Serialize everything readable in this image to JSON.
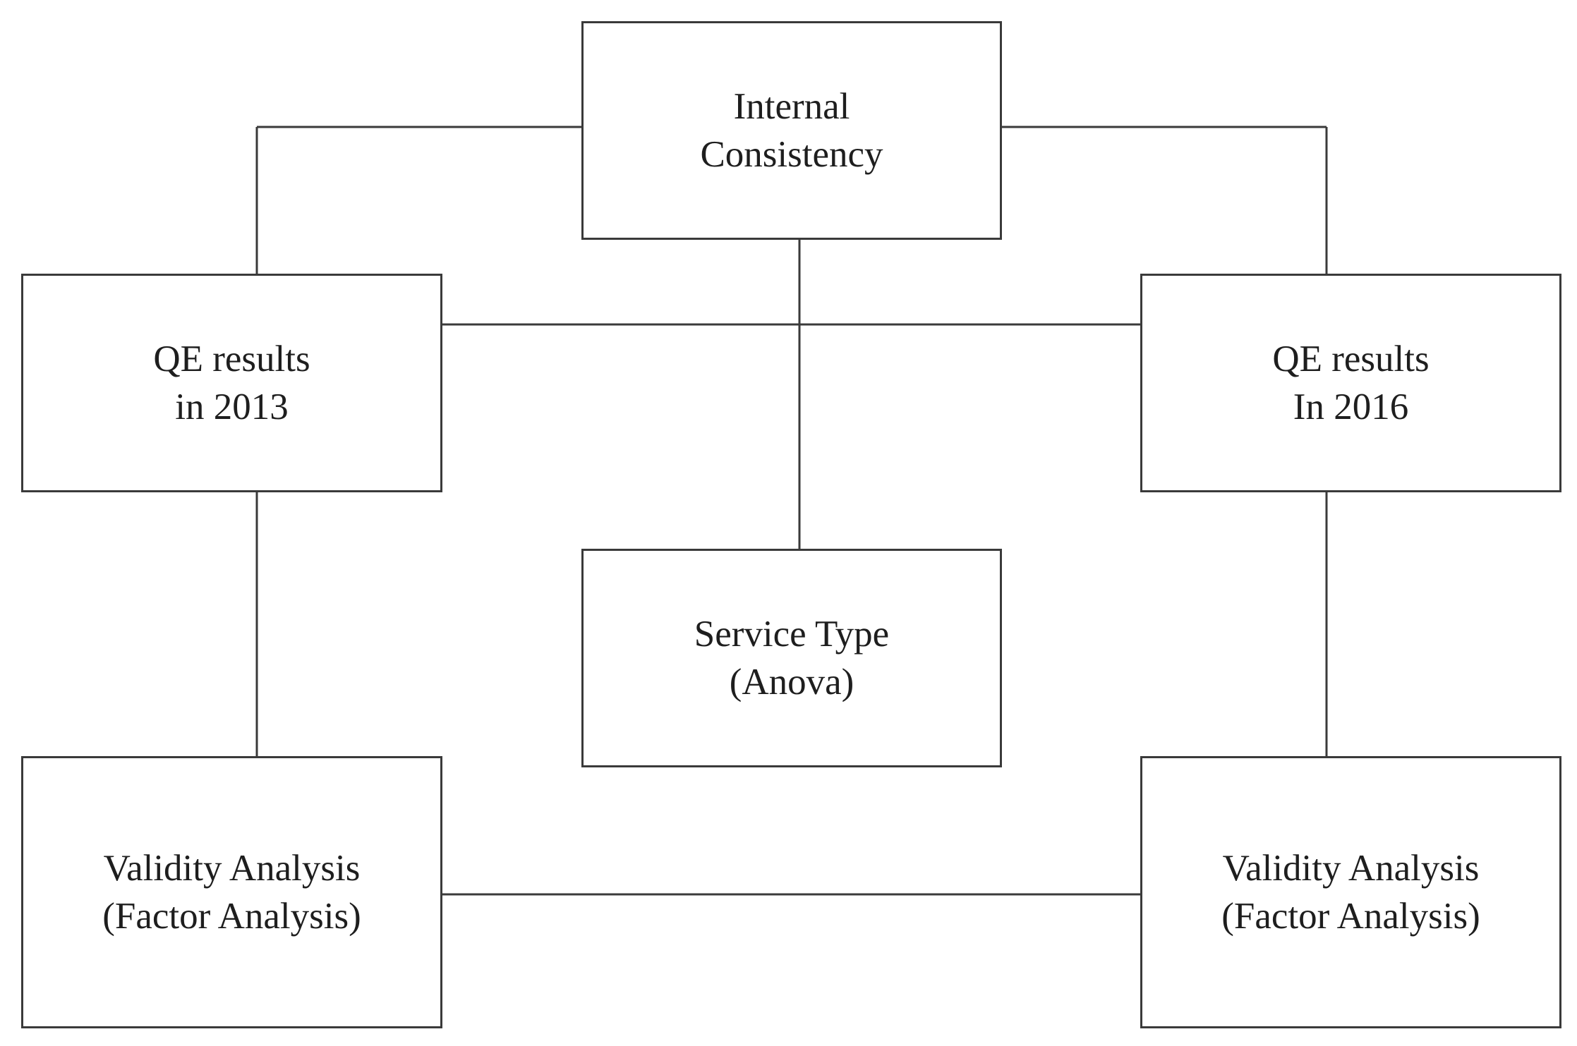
{
  "diagram": {
    "nodes": {
      "internal_consistency": {
        "line1": "Internal",
        "line2": "Consistency"
      },
      "qe_2013": {
        "line1": "QE results",
        "line2": "in 2013"
      },
      "qe_2016": {
        "line1": "QE results",
        "line2": "In 2016"
      },
      "service_type": {
        "line1": "Service Type",
        "line2": "(Anova)"
      },
      "validity_left": {
        "line1": "Validity Analysis",
        "line2": "(Factor Analysis)"
      },
      "validity_right": {
        "line1": "Validity Analysis",
        "line2": "(Factor Analysis)"
      }
    },
    "edges": [
      {
        "from": "internal_consistency",
        "to": "qe_2013"
      },
      {
        "from": "internal_consistency",
        "to": "qe_2016"
      },
      {
        "from": "internal_consistency",
        "to": "service_type"
      },
      {
        "from": "qe_2013",
        "to": "qe_2016"
      },
      {
        "from": "qe_2013",
        "to": "validity_left"
      },
      {
        "from": "qe_2016",
        "to": "validity_right"
      },
      {
        "from": "validity_left",
        "to": "validity_right"
      }
    ],
    "colors": {
      "line": "#3a3a3a",
      "text": "#1e1e1e",
      "background": "#ffffff"
    }
  }
}
